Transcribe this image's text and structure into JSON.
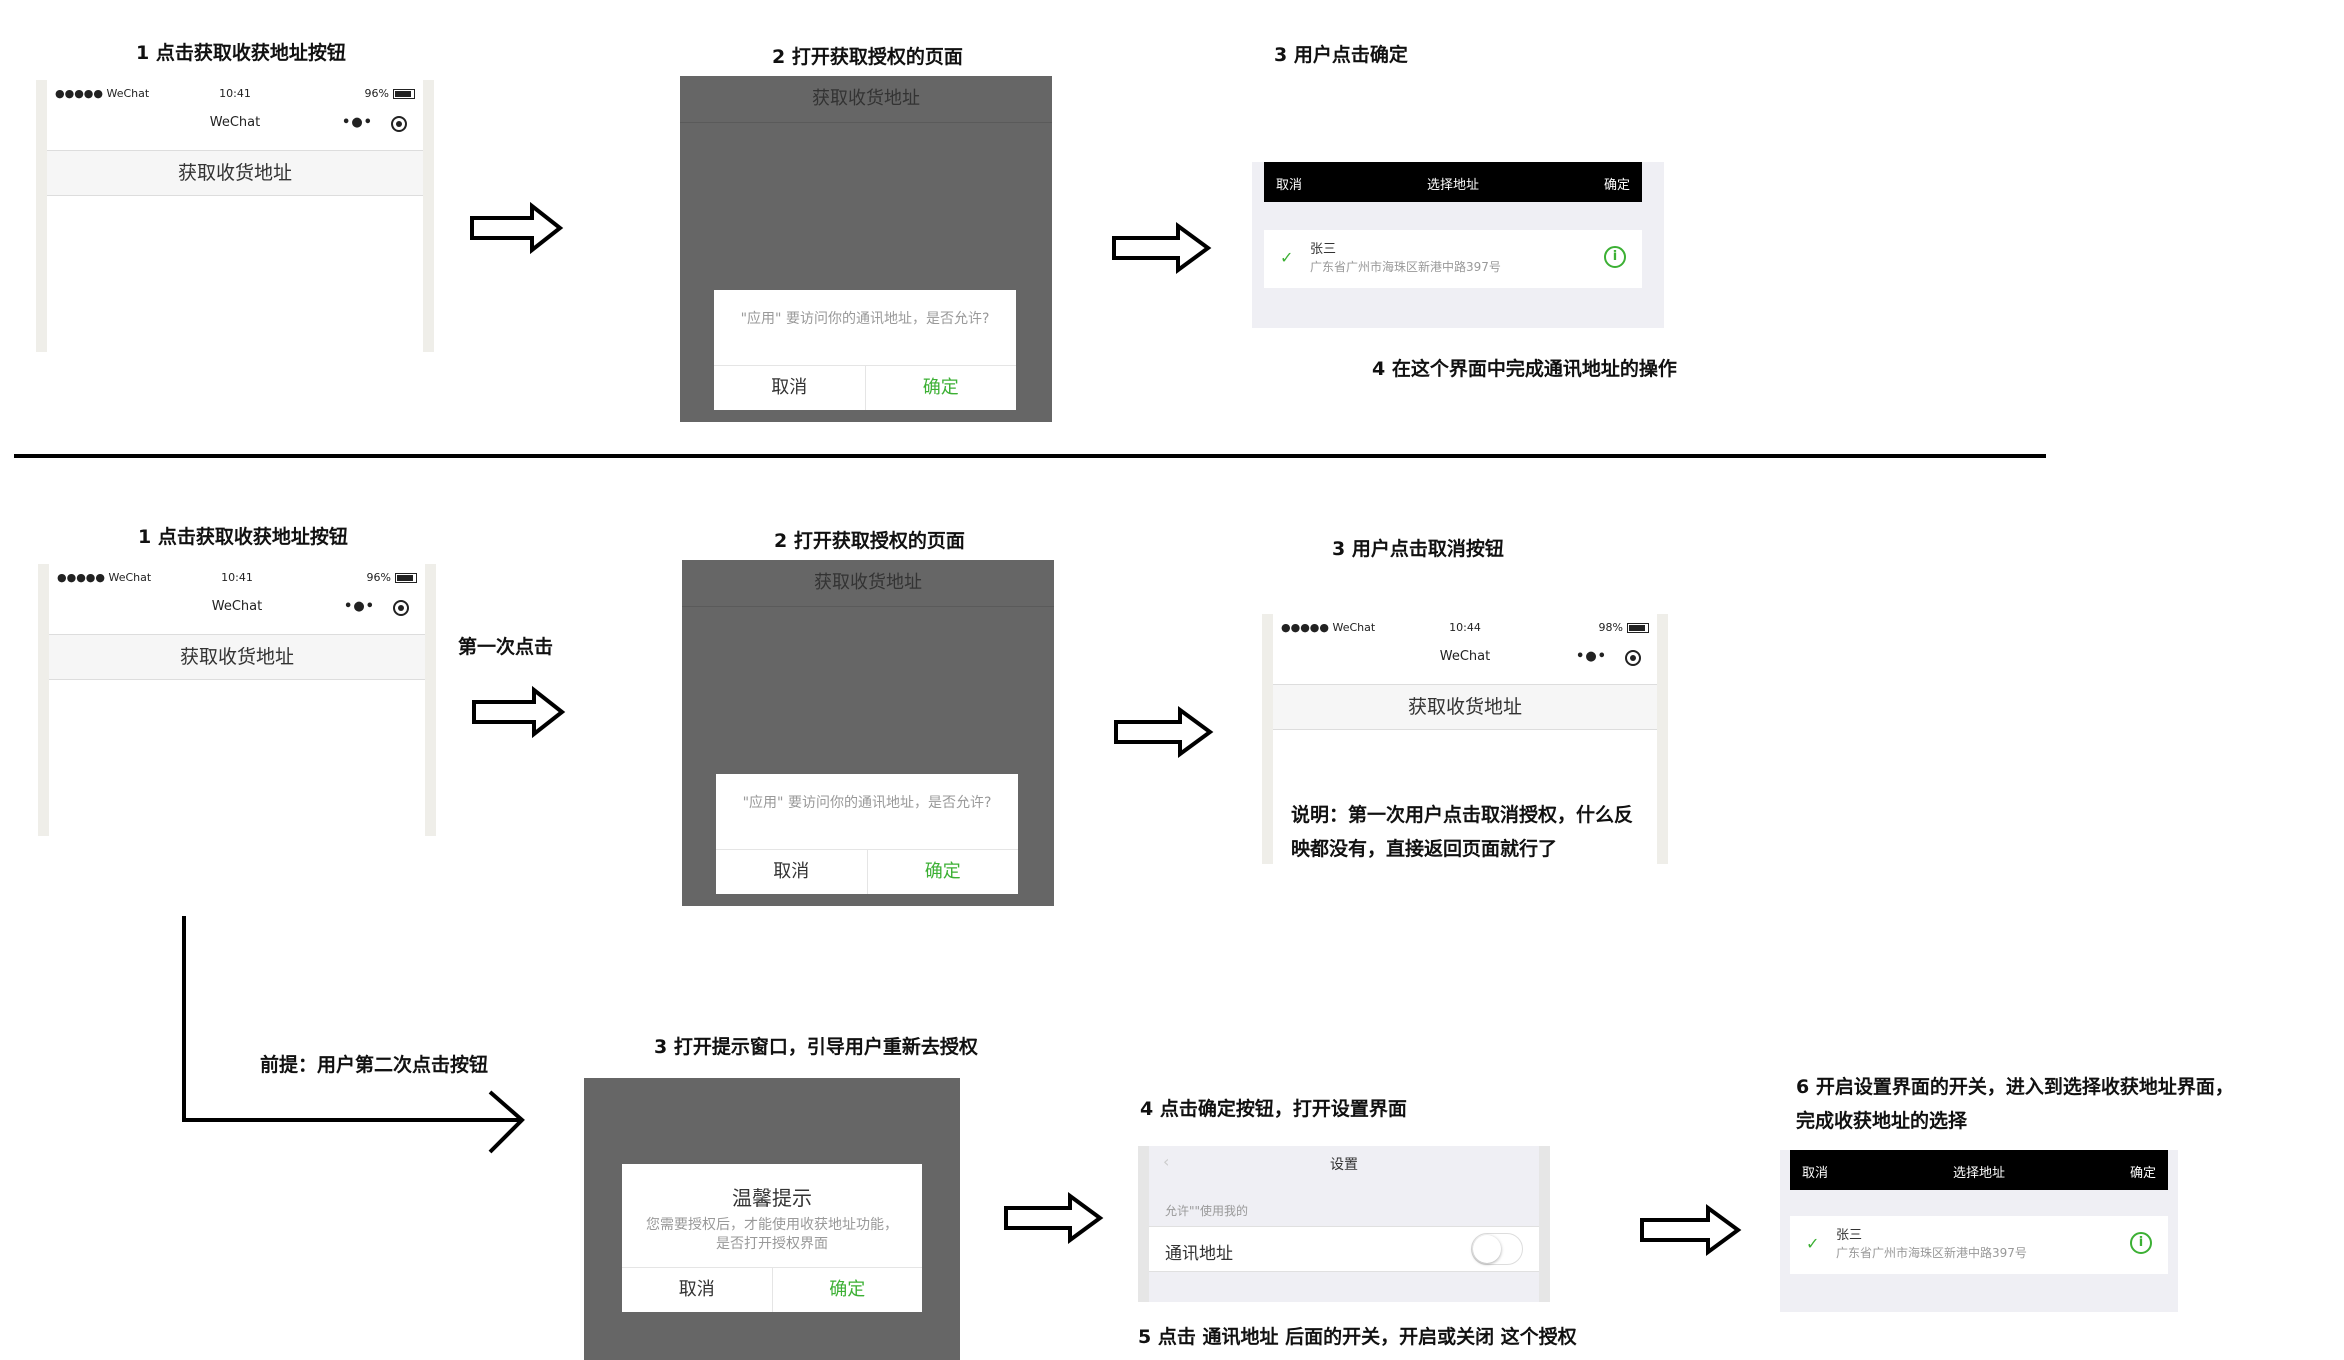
{
  "row1": {
    "step1_caption": "1 点击获取收获地址按钮",
    "step2_caption": "2 打开获取授权的页面",
    "step3_caption": "3 用户点击确定",
    "step4_caption": "4 在这个界面中完成通讯地址的操作"
  },
  "row2": {
    "step1_caption": "1 点击获取收获地址按钮",
    "step2_caption": "2 打开获取授权的页面",
    "step3_caption": "3 用户点击取消按钮",
    "first_click_label": "第一次点击",
    "note": "说明：第一次用户点击取消授权，什么反映都没有，直接返回页面就行了"
  },
  "row3": {
    "premise_label": "前提：用户第二次点击按钮",
    "step3_caption": "3 打开提示窗口，引导用户重新去授权",
    "step4_caption": "4 点击确定按钮，打开设置界面",
    "step5_caption": "5 点击 通讯地址 后面的开关，开启或关闭 这个授权",
    "step6_caption": "6 开启设置界面的开关，进入到选择收获地址界面，完成收获地址的选择"
  },
  "phone": {
    "carrier": "●●●●● WeChat",
    "time_a": "10:41",
    "time_b": "10:44",
    "battery_a": "96%",
    "battery_b": "98%",
    "nav_title": "WeChat",
    "get_address_button": "获取收货地址"
  },
  "auth_page": {
    "title": "获取收货地址",
    "message": "\"应用\" 要访问你的通讯地址，是否允许?",
    "cancel": "取消",
    "confirm": "确定"
  },
  "picker": {
    "cancel": "取消",
    "title": "选择地址",
    "confirm": "确定",
    "name": "张三",
    "address": "广东省广州市海珠区新港中路397号"
  },
  "tip_dialog": {
    "title": "温馨提示",
    "message": "您需要授权后，才能使用收获地址功能，是否打开授权界面",
    "cancel": "取消",
    "confirm": "确定"
  },
  "settings": {
    "title": "设置",
    "section": "允许\"\"使用我的",
    "item": "通讯地址"
  },
  "colors": {
    "accent_green": "#3cb034",
    "dim_gray": "#666666",
    "picker_header": "#000000"
  }
}
